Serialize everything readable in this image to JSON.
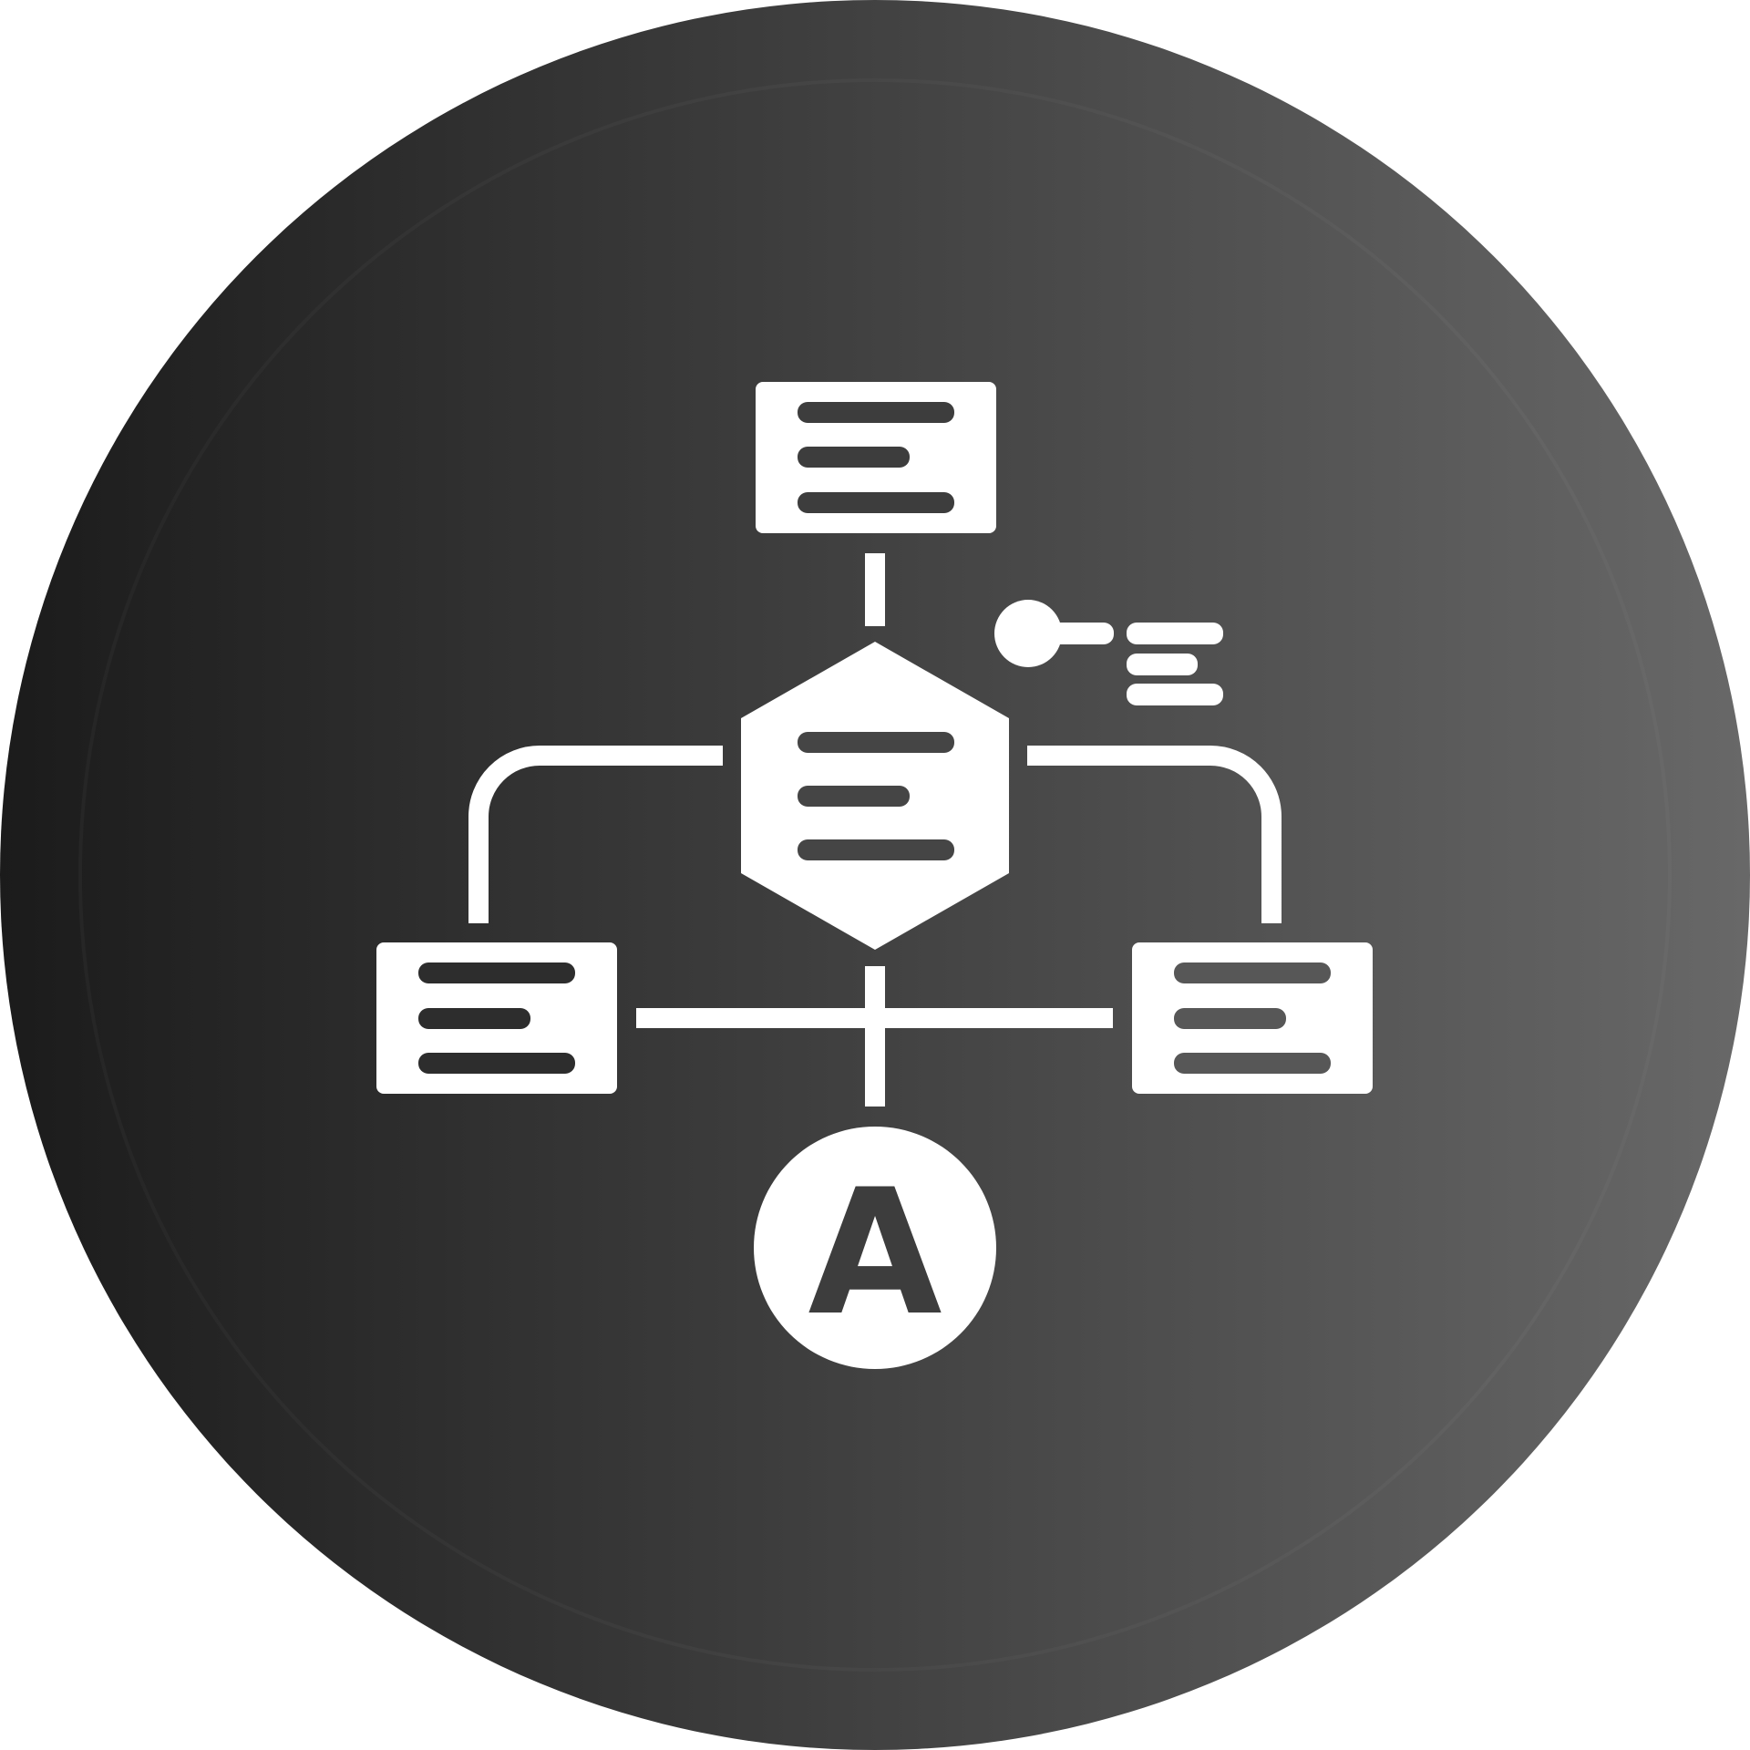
{
  "icon": {
    "name": "workflow-diagram-icon",
    "nodes": [
      "top-card",
      "center-hexagon",
      "left-card",
      "right-card",
      "bottom-circle",
      "annotation"
    ],
    "bottom_node_letter": "A"
  },
  "colors": {
    "background_left": "#1b1b1b",
    "background_right": "#686868",
    "foreground": "#ffffff"
  }
}
